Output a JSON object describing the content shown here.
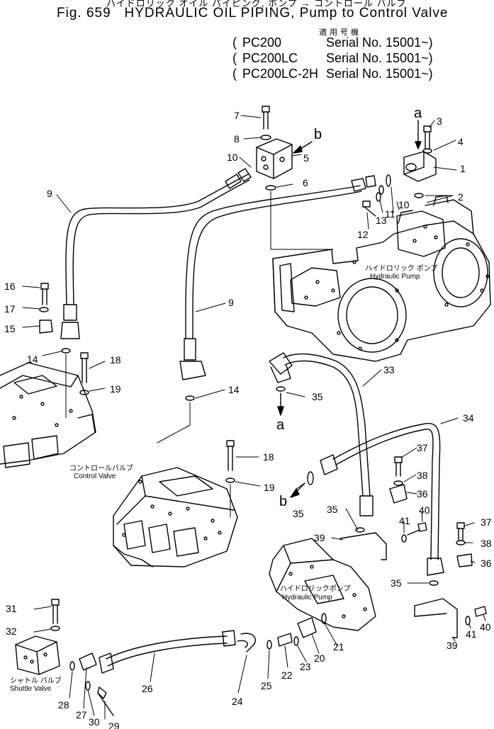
{
  "header": {
    "jp_title": "ハイドロリック オイル パイピング, ポンプ → コントロール バルブ",
    "fig_label": "Fig. 659",
    "title": "HYDRAULIC OIL PIPING, Pump to Control Valve",
    "applicability_jp": "適用号機",
    "serials": [
      {
        "model": "PC200",
        "serial": "Serial No. 15001~"
      },
      {
        "model": "PC200LC",
        "serial": "Serial No. 15001~"
      },
      {
        "model": "PC200LC-2H",
        "serial": "Serial No. 15001~"
      }
    ]
  },
  "assembly_labels": {
    "hydraulic_pump_top_jp": "ハイドロリック ポンプ",
    "hydraulic_pump_top_en": "Hydraulic Pump",
    "control_valve_jp": "コントロールバルブ",
    "control_valve_en": "Control Valve",
    "hydraulic_pump_bottom_jp": "ハイドロリックポンプ",
    "hydraulic_pump_bottom_en": "Hydraulic Pump",
    "shuttle_valve_jp": "シャトル バルブ",
    "shuttle_valve_en": "Shuttle Valve"
  },
  "callouts": {
    "c1": "1",
    "c2": "2",
    "c3": "3",
    "c4": "4",
    "c5": "5",
    "c6": "6",
    "c7": "7",
    "c8": "8",
    "c9a": "9",
    "c9b": "9",
    "c10a": "10",
    "c10b": "10",
    "c11": "11",
    "c12": "12",
    "c13": "13",
    "c14a": "14",
    "c14b": "14",
    "c15": "15",
    "c16": "16",
    "c17": "17",
    "c18a": "18",
    "c18b": "18",
    "c19a": "19",
    "c19b": "19",
    "c20": "20",
    "c21": "21",
    "c22": "22",
    "c23": "23",
    "c24": "24",
    "c25": "25",
    "c26": "26",
    "c27": "27",
    "c28": "28",
    "c29": "29",
    "c30": "30",
    "c31": "31",
    "c32": "32",
    "c33": "33",
    "c34": "34",
    "c35a": "35",
    "c35b": "35",
    "c35c": "35",
    "c35d": "35",
    "c36a": "36",
    "c36b": "36",
    "c37a": "37",
    "c37b": "37",
    "c38a": "38",
    "c38b": "38",
    "c39a": "39",
    "c39b": "39",
    "c40a": "40",
    "c40b": "40",
    "c41a": "41",
    "c41b": "41"
  },
  "arrow_letters": {
    "a_top": "a",
    "b_top": "b",
    "a_mid": "a",
    "b_mid": "b"
  }
}
